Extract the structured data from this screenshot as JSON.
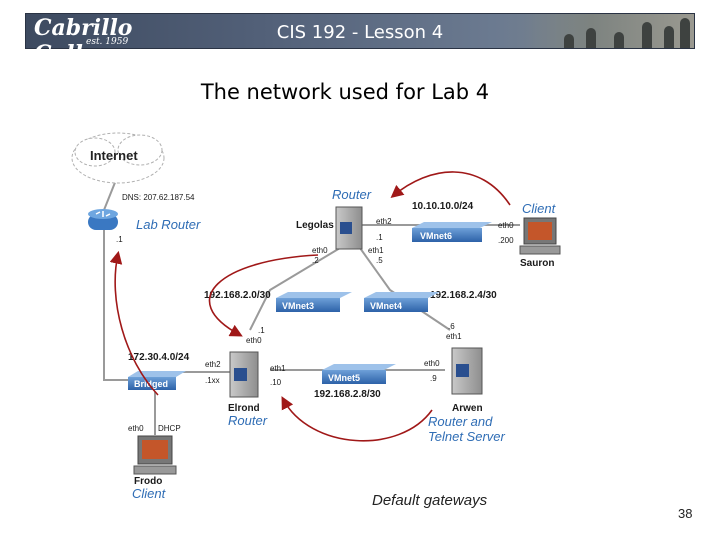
{
  "header": {
    "logo_text": "Cabrillo College",
    "logo_sub": "est. 1959",
    "title": "CIS 192 - Lesson 4"
  },
  "slide": {
    "title": "The network used for Lab 4",
    "caption": "Default gateways",
    "page_number": "38"
  },
  "diagram": {
    "internet": "Internet",
    "dns": "DNS: 207.62.187.54",
    "lab_router_role": "Lab Router",
    "lab_router_ip": ".1",
    "legolas": {
      "name": "Legolas",
      "role": "Router",
      "eth2": "eth2",
      "eth2_ip": ".1",
      "eth0": "eth0",
      "eth0_ip": ".2",
      "eth1": "eth1",
      "eth1_ip": ".5"
    },
    "net_10": "10.10.10.0/24",
    "vmnet6": "VMnet6",
    "sauron": {
      "name": "Sauron",
      "role": "Client",
      "eth0": "eth0",
      "ip": ".200"
    },
    "net_192_0": "192.168.2.0/30",
    "net_192_4": "192.168.2.4/30",
    "vmnet3": "VMnet3",
    "vmnet4": "VMnet4",
    "elrond": {
      "name": "Elrond",
      "role": "Router",
      "eth0_ip": ".1",
      "eth0": "eth0",
      "eth2": "eth2",
      "eth2_ip": ".1xx",
      "eth1": "eth1",
      "eth1_ip": ".10"
    },
    "net_172": "172.30.4.0/24",
    "bridged": "Bridged",
    "vmnet5": "VMnet5",
    "net_192_8": "192.168.2.8/30",
    "arwen": {
      "name": "Arwen",
      "role1": "Router and",
      "role2": "Telnet Server",
      "eth1_ip": ".6",
      "eth1": "eth1",
      "eth0": "eth0",
      "eth0_ip": ".9"
    },
    "frodo": {
      "name": "Frodo",
      "role": "Client",
      "eth0": "eth0",
      "dhcp": "DHCP"
    }
  }
}
